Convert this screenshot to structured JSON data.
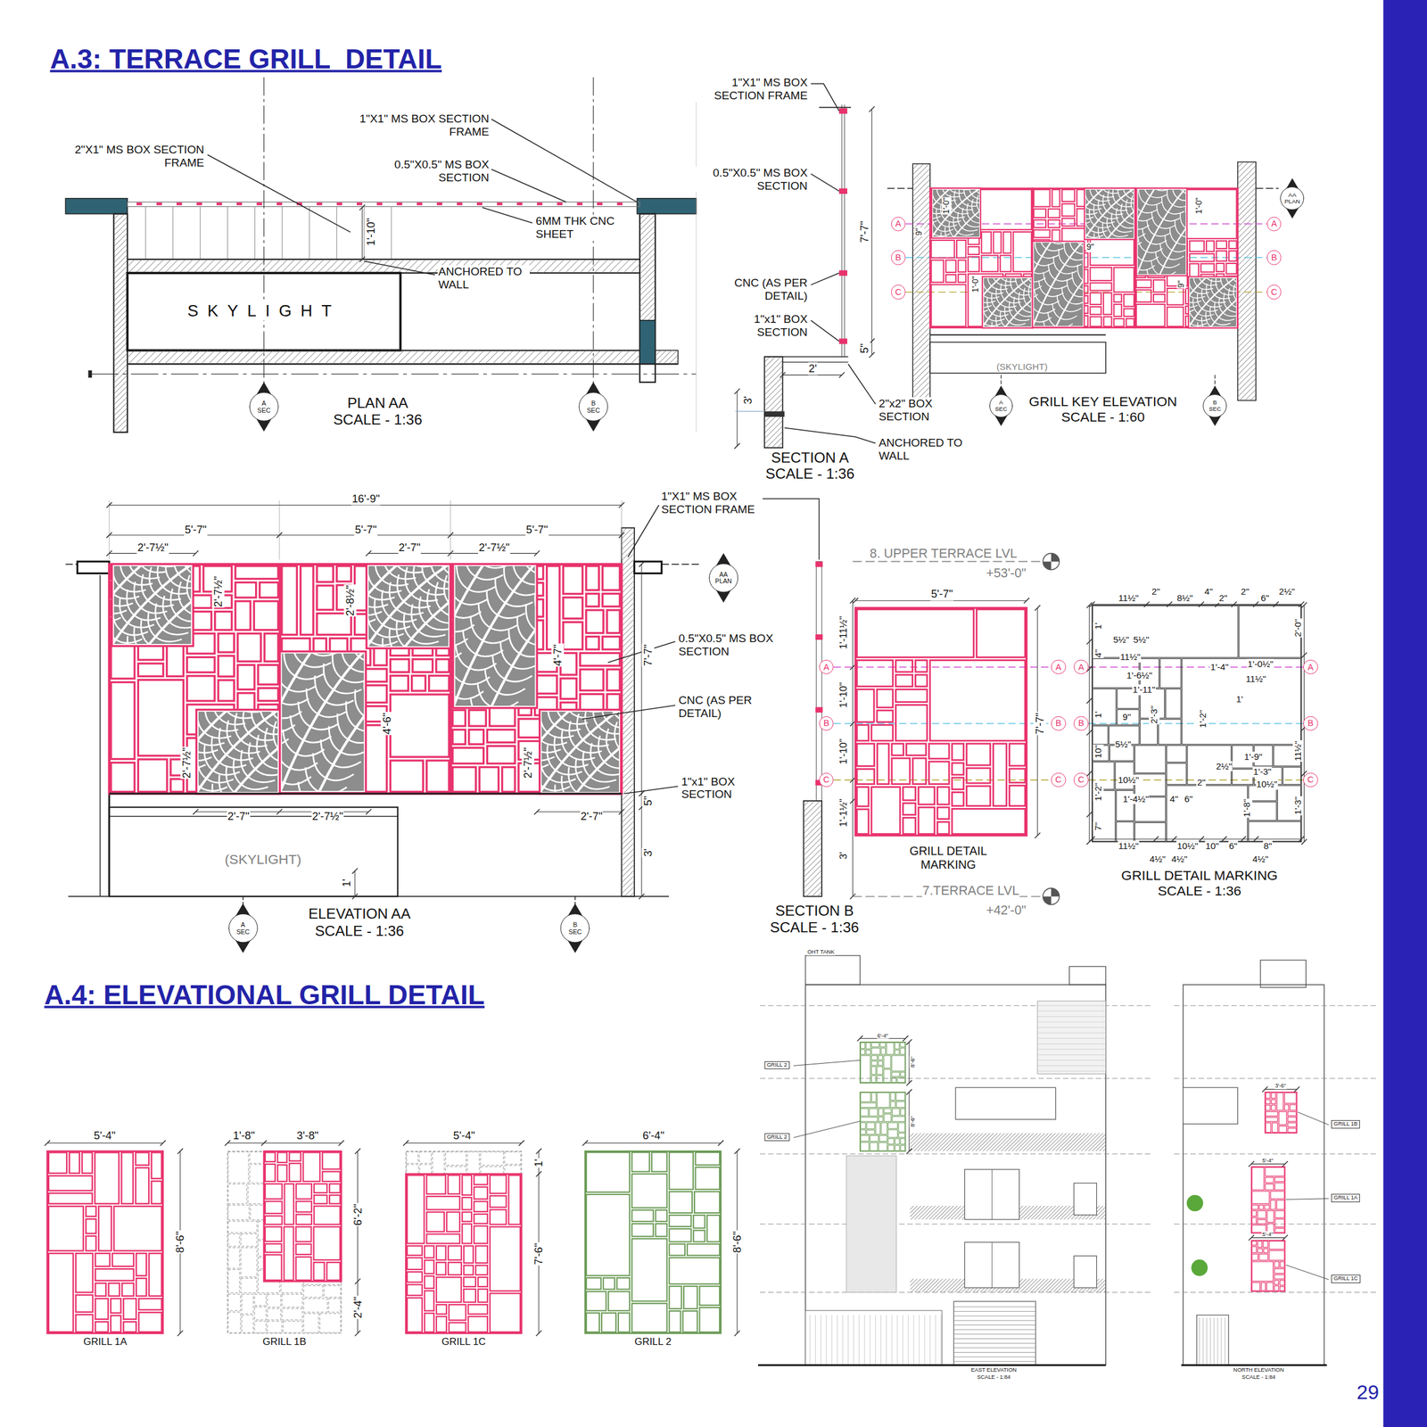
{
  "diagram": {
    "title": "A.3: TERRACE GRILL  DETAIL",
    "nodes": [
      {
        "text": [
          "A",
          "SEC"
        ]
      },
      {
        "text": [
          "B",
          "SEC"
        ]
      },
      {
        "text": [
          "AA",
          "PLAN"
        ]
      },
      {
        "text": [
          "A"
        ]
      },
      {
        "text": [
          "B"
        ]
      },
      {
        "text": [
          "C"
        ]
      },
      {
        "text": [
          "A"
        ]
      },
      {
        "text": [
          "B"
        ]
      },
      {
        "text": [
          "C"
        ]
      },
      {
        "text": [
          "A",
          "SEC"
        ]
      },
      {
        "text": [
          "B",
          "SEC"
        ]
      },
      {
        "text": [
          "AA",
          "PLAN"
        ]
      },
      {
        "text": [
          "A",
          "SEC"
        ]
      },
      {
        "text": [
          "B",
          "SEC"
        ]
      },
      {
        "text": [
          "A"
        ]
      },
      {
        "text": [
          "B"
        ]
      },
      {
        "text": [
          "C"
        ]
      },
      {
        "text": [
          "A"
        ]
      },
      {
        "text": [
          "B"
        ]
      },
      {
        "text": [
          "C"
        ]
      },
      {
        "text": [
          "A"
        ]
      },
      {
        "text": [
          "B"
        ]
      },
      {
        "text": [
          "C"
        ]
      },
      {
        "text": [
          "A"
        ]
      },
      {
        "text": [
          "B"
        ]
      },
      {
        "text": [
          "C"
        ]
      },
      {
        "text": [
          "GRILL 1A"
        ]
      },
      {
        "text": [
          "GRILL 1B"
        ]
      },
      {
        "text": [
          "GRILL 1C"
        ]
      },
      {
        "text": [
          "GRILL 2"
        ]
      },
      {
        "text": [
          "GRILL 2"
        ]
      },
      {
        "text": [
          "GRILL 2"
        ]
      },
      {
        "text": [
          "GRILL 1B"
        ]
      },
      {
        "text": [
          "GRILL 1A"
        ]
      },
      {
        "text": [
          "GRILL 1C"
        ]
      }
    ],
    "labels": [
      "A.4: ELEVATIONAL GRILL DETAIL",
      "2\"X1\" MS BOX SECTION FRAME",
      "1\"X1\" MS BOX SECTION FRAME",
      "0.5\"X0.5\" MS BOX SECTION",
      "6MM THK CNC SHEET",
      "ANCHORED TO WALL",
      "1'-10\"",
      "SKYLIGHT",
      "PLAN AA",
      "SCALE - 1:36",
      "1\"X1\" MS BOX SECTION FRAME",
      "0.5\"X0.5\" MS BOX SECTION",
      "CNC (AS PER DETAIL)",
      "1\"x1\" BOX SECTION",
      "7'-7\"",
      "5\"",
      "2'",
      "3'",
      "2\"x2\" BOX SECTION",
      "ANCHORED TO WALL",
      "SECTION A",
      "SCALE - 1:36",
      "9\"",
      "1'-0\"",
      "1'-0\"",
      "9\"",
      "1'-0\"",
      "9\"",
      "(SKYLIGHT)",
      "GRILL KEY ELEVATION",
      "SCALE - 1:60",
      "16'-9\"",
      "5'-7\"",
      "5'-7\"",
      "5'-7\"",
      "2'-7½\"",
      "2'-7\"",
      "2'-7½\"",
      "2'-7½\"",
      "2'-8½\"",
      "4'-7\"",
      "7'-7\"",
      "2'-7½\"",
      "4'-6\"",
      "2'-7½\"",
      "2'-7\"",
      "2'-7½\"",
      "2'-7\"",
      "5\"",
      "3'",
      "1'",
      "(SKYLIGHT)",
      "ELEVATION AA",
      "SCALE - 1:36",
      "1\"X1\" MS BOX SECTION FRAME",
      "0.5\"X0.5\" MS BOX SECTION",
      "CNC (AS PER DETAIL)",
      "1\"x1\" BOX SECTION",
      "1'-11½\"",
      "1'-10\"",
      "1'-10\"",
      "1'-1½\"",
      "3'",
      "SECTION B",
      "SCALE - 1:36",
      "8. UPPER TERRACE LVL",
      "+53'-0\"",
      "7.TERRACE LVL",
      "+42'-0\"",
      "5'-7\"",
      "7'-7\"",
      "GRILL DETAIL MARKING",
      "GRILL DETAIL MARKING",
      "SCALE - 1:36",
      "11½\"",
      "2\"",
      "8½\"",
      "4\"",
      "2\"",
      "2\"",
      "6\"",
      "2½\"",
      "1'",
      "4\"",
      "1'",
      "10\"",
      "1'-2\"",
      "7\"",
      "2'-0\"",
      "11½\"",
      "1'-3\"",
      "5½\"",
      "5½\"",
      "11½\"",
      "1'-6½\"",
      "1'-11\"",
      "9\"",
      "5½\"",
      "10½\"",
      "1'-4½\"",
      "4\"",
      "6\"",
      "1'-0½\"",
      "1'-4\"",
      "11½\"",
      "1'",
      "1'-9\"",
      "1'-3\"",
      "10½\"",
      "2\"",
      "2½\"",
      "1'-2\"",
      "2'-3\"",
      "1'-8\"",
      "11½\"",
      "10½\"",
      "10\"",
      "6\"",
      "8\"",
      "4½\"",
      "4½\"",
      "4½\"",
      "5'-4\"",
      "8'-6\"",
      "1'-8\"",
      "3'-8\"",
      "6'-2\"",
      "2'-4\"",
      "5'-4\"",
      "1'",
      "7'-6\"",
      "6'-4\"",
      "8'-6\"",
      "OHT TANK",
      "6'-4\"",
      "8'-6\"",
      "8'-6\"",
      "3'-6\"",
      "5'-4\"",
      "5'-4\"",
      "EAST ELEVATION",
      "SCALE - 1:84",
      "NORTH ELEVATION",
      "SCALE - 1:84",
      "29"
    ]
  }
}
